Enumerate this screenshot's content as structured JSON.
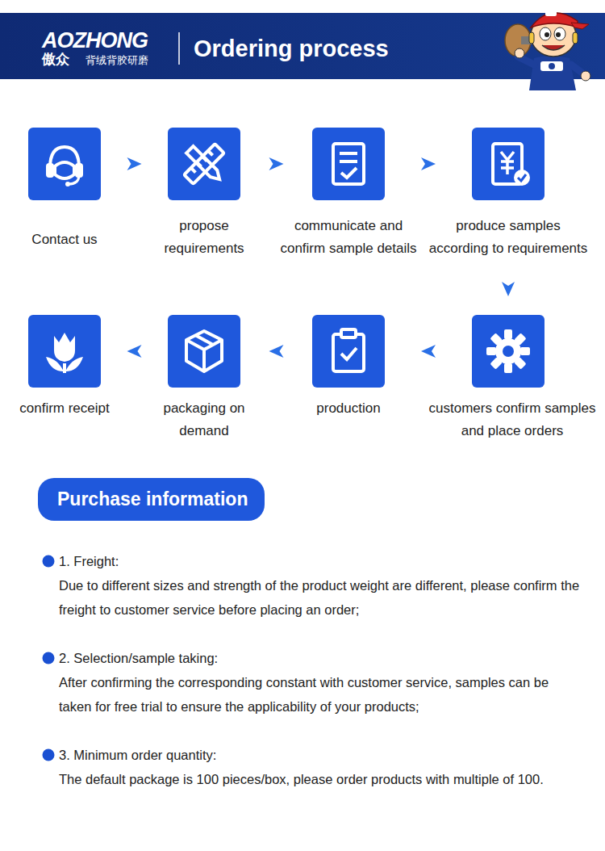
{
  "diagram": {
    "title": "Ordering process",
    "nodes": [
      {
        "text": [
          "Contact us"
        ]
      },
      {
        "text": [
          "propose requirements"
        ]
      },
      {
        "text": [
          "communicate and confirm sample details"
        ]
      },
      {
        "text": [
          "produce samples according to requirements"
        ]
      },
      {
        "text": [
          "customers confirm samples and place orders"
        ]
      },
      {
        "text": [
          "production"
        ]
      },
      {
        "text": [
          "packaging on demand"
        ]
      },
      {
        "text": [
          "confirm receipt"
        ]
      },
      {
        "text": [
          "Purchase information"
        ]
      }
    ],
    "edges": [
      {
        "from": 0,
        "to": 1,
        "arrow": "to"
      },
      {
        "from": 1,
        "to": 2,
        "arrow": "to"
      },
      {
        "from": 2,
        "to": 3,
        "arrow": "to"
      },
      {
        "from": 3,
        "to": 4,
        "arrow": "to"
      },
      {
        "from": 4,
        "to": 5,
        "arrow": "to"
      },
      {
        "from": 5,
        "to": 6,
        "arrow": "to"
      },
      {
        "from": 6,
        "to": 7,
        "arrow": "to"
      }
    ],
    "labels": [
      "AOZHONG",
      "傲众",
      "背绒背胶研磨",
      "1. Freight:",
      "Due to different sizes and strength of the product weight are different, please confirm the freight to customer service before placing an order;",
      "2. Selection/sample taking:",
      "After confirming the corresponding constant with customer service, samples can be taken for free trial to ensure the applicability of your products;",
      "3. Minimum order quantity:",
      "The default package is 100 pieces/box, please order products with multiple of 100."
    ]
  }
}
